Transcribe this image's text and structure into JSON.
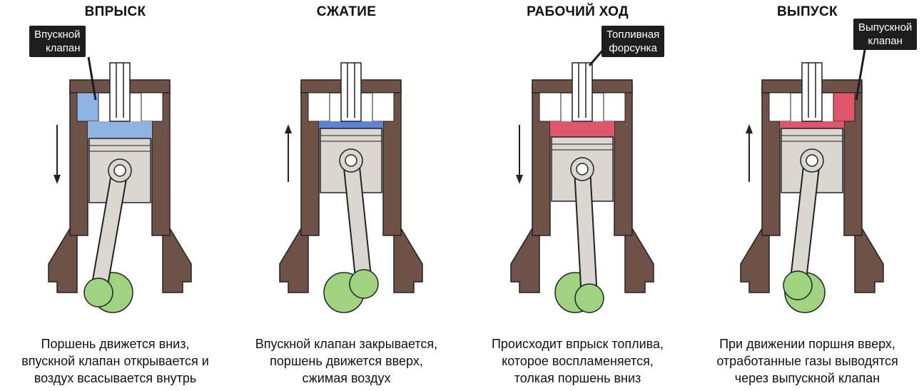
{
  "stages": [
    {
      "title": "ВПРЫСК",
      "caption": [
        "Поршень движется вниз,",
        "впускной клапан открывается и",
        "воздух всасывается внутрь"
      ],
      "chamber_color": "#8fb3e3",
      "arrow": "down"
    },
    {
      "title": "СЖАТИЕ",
      "caption": [
        "Впускной клапан закрывается,",
        "поршень движется вверх,",
        "сжимая воздух"
      ],
      "chamber_color": "#5b84d8",
      "arrow": "up"
    },
    {
      "title": "РАБОЧИЙ ХОД",
      "caption": [
        "Происходит впрыск топлива,",
        "которое воспламеняется,",
        "толкая поршень вниз"
      ],
      "chamber_color": "#e0566b",
      "arrow": "down"
    },
    {
      "title": "ВЫПУСК",
      "caption": [
        "При движении поршня вверх,",
        "отработанные газы выводятся",
        "через выпускной клапан"
      ],
      "chamber_color": "#e0566b",
      "arrow": "up"
    }
  ],
  "callouts": {
    "intake_valve": [
      "Впускной",
      "клапан"
    ],
    "fuel_injector": [
      "Топливная",
      "форсунка"
    ],
    "exhaust_valve": [
      "Выпускной",
      "клапан"
    ]
  },
  "colors": {
    "cylinder_wall": "#6e5147",
    "piston": "#d9d7cf",
    "crank": "#9fd37f",
    "outline": "#222222"
  }
}
